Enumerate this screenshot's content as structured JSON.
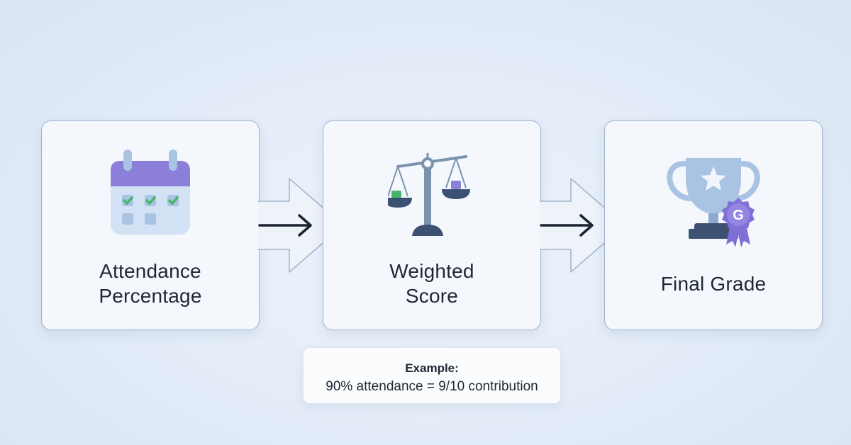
{
  "steps": [
    {
      "label_lines": [
        "Attendance",
        "Percentage"
      ],
      "icon": "calendar-check-icon"
    },
    {
      "label_lines": [
        "Weighted",
        "Score"
      ],
      "icon": "balance-scale-icon"
    },
    {
      "label_lines": [
        "Final Grade"
      ],
      "icon": "trophy-badge-icon"
    }
  ],
  "example": {
    "title": "Example:",
    "text": "90% attendance = 9/10 contribution"
  },
  "badge": {
    "letter": "G"
  },
  "colors": {
    "calendar_header": "#8b7fd9",
    "calendar_body": "#d3e1f5",
    "check_green": "#48b46b",
    "scale_metal": "#7c93ad",
    "scale_pan": "#3d5273",
    "trophy_cup": "#a9c3e3",
    "trophy_base": "#3d5273",
    "badge_purple": "#7f6fd6",
    "arrow_fill": "#eef3fa",
    "arrow_stroke": "#9fb3cb",
    "arrow_line": "#1b2230"
  }
}
